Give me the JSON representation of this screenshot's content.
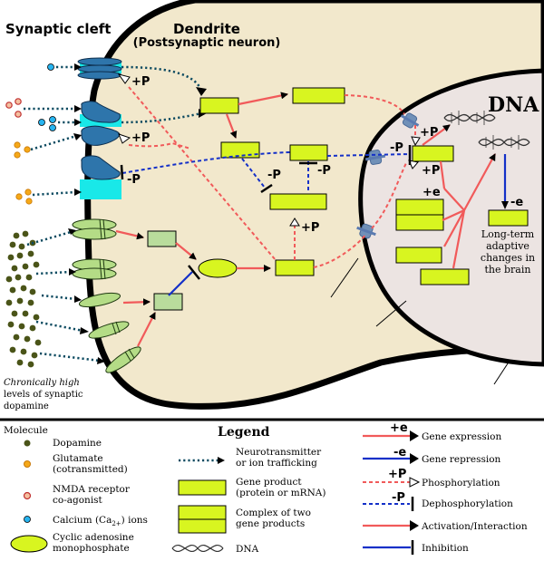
{
  "labels": {
    "synaptic_cleft": "Synaptic cleft",
    "dendrite": "Dendrite",
    "postsynaptic": "(Postsynaptic neuron)",
    "dna": "DNA",
    "chronic_1": "Chronically high",
    "chronic_2": "levels of synaptic",
    "chronic_3": "dopamine",
    "ltac_1": "Long-term",
    "ltac_2": "adaptive",
    "ltac_3": "changes in",
    "ltac_4": "the brain"
  },
  "marks": {
    "plus_p": "+P",
    "minus_p": "-P",
    "plus_e": "+e",
    "minus_e": "-e"
  },
  "legend": {
    "title": "Legend",
    "molecule_header": "Molecule",
    "dopamine": "Dopamine",
    "glutamate_1": "Glutamate",
    "glutamate_2": "(cotransmitted)",
    "nmda_1": "NMDA receptor",
    "nmda_2": "co-agonist",
    "calcium": "Calcium (Ca",
    "calcium_sub": "2+",
    "calcium_end": ") ions",
    "camp_1": "Cyclic adenosine",
    "camp_2": "monophosphate",
    "nt_1": "Neurotransmitter",
    "nt_2": "or ion trafficking",
    "gp_1": "Gene product",
    "gp_2": "(protein or mRNA)",
    "cx_1": "Complex of two",
    "cx_2": "gene products",
    "dna": "DNA",
    "gene_expression": "Gene expression",
    "gene_repression": "Gene repression",
    "phosphorylation": "Phosphorylation",
    "dephosphorylation": "Dephosphorylation",
    "activation": "Activation/Interaction",
    "inhibition": "Inhibition"
  },
  "colors": {
    "cytoplasm": "#f2e8cc",
    "nucleus": "#ece4e2",
    "gene_product": "#d8f520",
    "gene_product_pale": "#b9dc9c",
    "receptor_blue": "#2e75ab",
    "receptor_green": "#b4dc86",
    "cyan": "#19e8e8",
    "activation": "#f15a5a",
    "inhibition": "#1430c8",
    "trafficking": "#0c4a60",
    "dopamine": "#4a5418",
    "glutamate": "#f5a818",
    "nmda": "#e06060",
    "calcium": "#27b4f0"
  }
}
